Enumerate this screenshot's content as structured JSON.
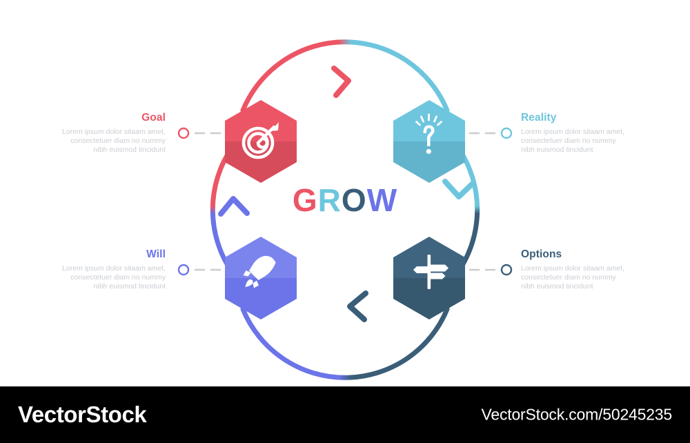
{
  "center": {
    "word": "GROW",
    "letters": [
      {
        "char": "G",
        "color": "#ec5565"
      },
      {
        "char": "R",
        "color": "#6ec6de"
      },
      {
        "char": "O",
        "color": "#3a5d78"
      },
      {
        "char": "W",
        "color": "#6b74e8"
      }
    ]
  },
  "items": [
    {
      "key": "goal",
      "title": "Goal",
      "title_color": "#ec5565",
      "desc": "Lorem ipsum dolor sitaam amet,\nconsectetuer diam no nummy\nnibh euismod tincidunt",
      "icon": "target-icon",
      "side": "left",
      "hex_light": "#ec5565",
      "hex_dark": "#d64c5b",
      "connector_color": "#ec5565",
      "dash_color": "#cccccc"
    },
    {
      "key": "reality",
      "title": "Reality",
      "title_color": "#6ec6de",
      "desc": "Lorem ipsum dolor sitaam amet,\nconsectetuer diam no nummy\nnibh euismod tincidunt",
      "icon": "question-idea-icon",
      "side": "right",
      "hex_light": "#6ec6de",
      "hex_dark": "#61b4cb",
      "connector_color": "#6ec6de",
      "dash_color": "#cccccc"
    },
    {
      "key": "will",
      "title": "Will",
      "title_color": "#6b74e8",
      "desc": "Lorem ipsum dolor sitaam amet,\nconsectetuer diam no nummy\nnibh euismod tincidunt",
      "icon": "rocket-icon",
      "side": "left",
      "hex_light": "#7b84ed",
      "hex_dark": "#6b74e8",
      "connector_color": "#6b74e8",
      "dash_color": "#cccccc"
    },
    {
      "key": "options",
      "title": "Options",
      "title_color": "#3a5d78",
      "desc": "Lorem ipsum dolor sitaam amet,\nconsectetuer diam no nummy\nnibh euismod tincidunt",
      "icon": "signpost-icon",
      "side": "right",
      "hex_light": "#3f647f",
      "hex_dark": "#375970",
      "connector_color": "#3a5d78",
      "dash_color": "#cccccc"
    }
  ],
  "arrows": [
    {
      "name": "arrow-goal-to-reality",
      "from": "#ec5565",
      "to": "#6ec6de",
      "direction": "right"
    },
    {
      "name": "arrow-reality-to-options",
      "from": "#6ec6de",
      "to": "#3a5d78",
      "direction": "down"
    },
    {
      "name": "arrow-options-to-will",
      "from": "#3a5d78",
      "to": "#6b74e8",
      "direction": "left"
    },
    {
      "name": "arrow-will-to-goal",
      "from": "#6b74e8",
      "to": "#ec5565",
      "direction": "up"
    }
  ],
  "footer": {
    "brand": "VectorStock",
    "url": "VectorStock.com/50245235",
    "background": "#000000",
    "text_color": "#ffffff"
  }
}
